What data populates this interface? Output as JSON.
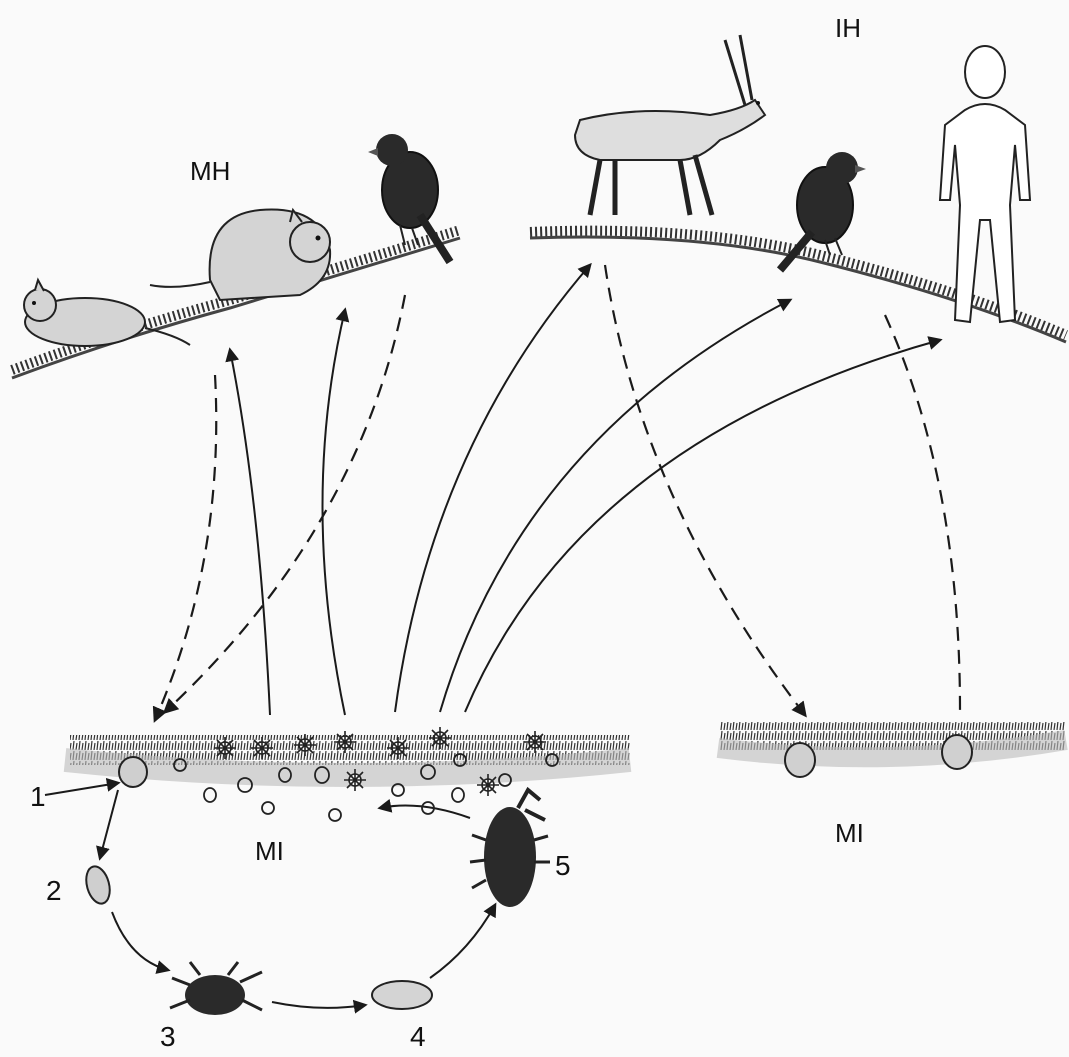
{
  "labels": {
    "mh": "MH",
    "ih": "IH",
    "mi_left": "MI",
    "mi_right": "MI"
  },
  "stages": [
    "1",
    "2",
    "3",
    "4",
    "5"
  ],
  "colors": {
    "ink": "#1a1a1a",
    "grass": "#3a3a3a",
    "animal_fill": "#d4d4d4",
    "bird_dark": "#2a2a2a",
    "soil": "#cfcfcf"
  }
}
